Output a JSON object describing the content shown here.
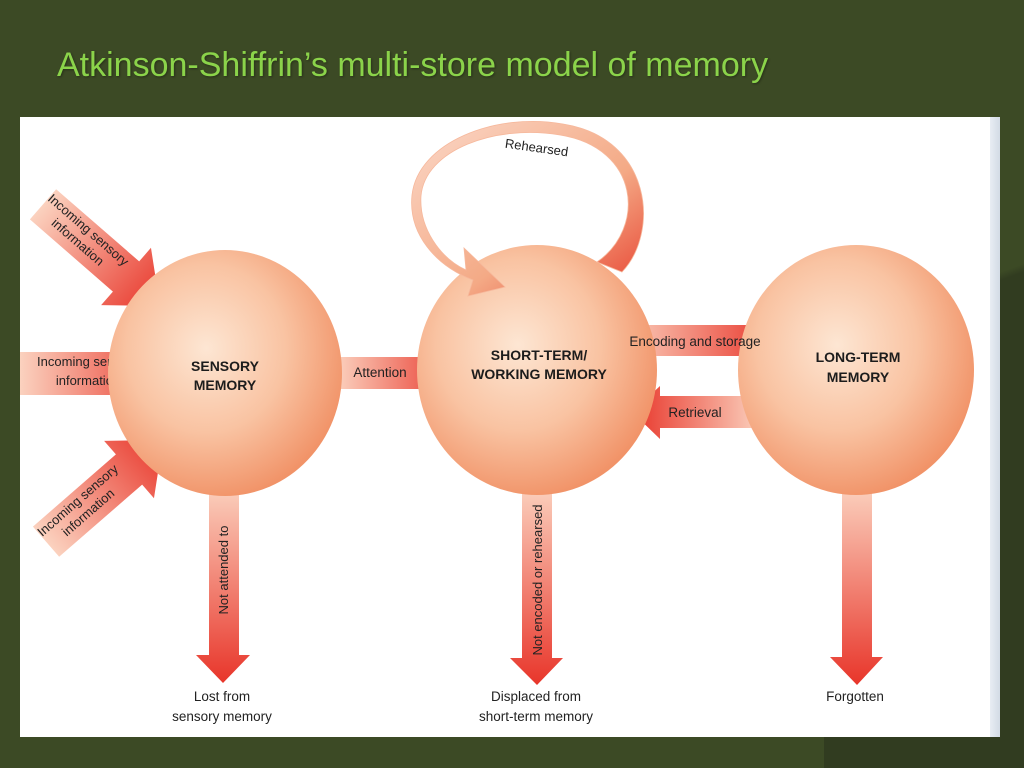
{
  "title": "Atkinson-Shiffrin’s multi-store model of memory",
  "stores": {
    "sensory": [
      "SENSORY",
      "MEMORY"
    ],
    "short_term": [
      "SHORT-TERM/",
      "WORKING MEMORY"
    ],
    "long_term": [
      "LONG-TERM",
      "MEMORY"
    ]
  },
  "inputs": {
    "top": [
      "Incoming sensory",
      "information"
    ],
    "middle": [
      "Incoming sensory",
      "information"
    ],
    "bottom": [
      "Incoming sensory",
      "information"
    ]
  },
  "flows": {
    "rehearsed": "Rehearsed",
    "attention": "Attention",
    "encoding": "Encoding and storage",
    "retrieval": "Retrieval"
  },
  "losses": {
    "sensory": {
      "arrow": "Not attended to",
      "outcome": [
        "Lost from",
        "sensory memory"
      ]
    },
    "short_term": {
      "arrow": "Not encoded or rehearsed",
      "outcome": [
        "Displaced from",
        "short-term memory"
      ]
    },
    "long_term": {
      "outcome": [
        "Forgotten"
      ]
    }
  },
  "colors": {
    "background": "#3c4a25",
    "title": "#8bd34a",
    "sphere_light": "#fde3cc",
    "sphere_dark": "#f29a6f",
    "arrow_red": "#e9342a",
    "arrow_light": "#fbd1bd",
    "text_dark": "#222222"
  }
}
